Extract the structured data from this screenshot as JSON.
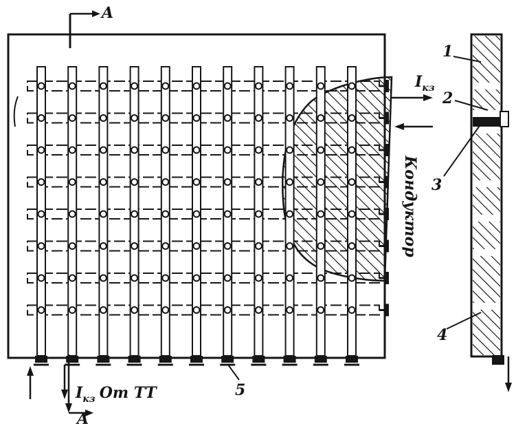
{
  "labels": {
    "section_top": "A",
    "section_bottom": "A",
    "current_top": "I",
    "current_top_sub": "кз",
    "current_bottom": "I",
    "current_bottom_sub": "кз",
    "current_bottom_suffix": "От ТТ",
    "conductor": "Кондуктор",
    "callout_1": "1",
    "callout_2": "2",
    "callout_3": "3",
    "callout_4": "4",
    "callout_5": "5"
  },
  "grid": {
    "vertical_bars": 11,
    "horizontal_bars": 8
  },
  "colors": {
    "ink": "#161616",
    "paper": "#ffffff"
  }
}
